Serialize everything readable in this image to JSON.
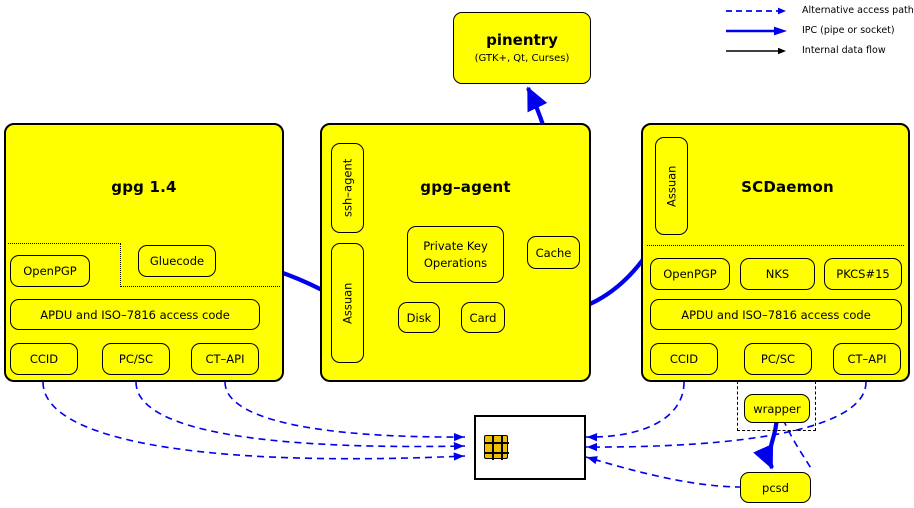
{
  "legend": {
    "items": [
      {
        "icon": "dashed-arrow-icon",
        "label": "Alternative access paths",
        "color": "#0000ee",
        "style": "dashed"
      },
      {
        "icon": "thick-arrow-icon",
        "label": "IPC (pipe or socket)",
        "color": "#0000ee",
        "style": "thick"
      },
      {
        "icon": "thin-arrow-icon",
        "label": "Internal data flow",
        "color": "#000000",
        "style": "thin"
      }
    ]
  },
  "pinentry": {
    "title": "pinentry",
    "subtitle": "(GTK+, Qt, Curses)"
  },
  "gpg": {
    "title": "gpg 1.4",
    "gluecode": "Gluecode",
    "openpgp": "OpenPGP",
    "apdu": "APDU and ISO–7816 access code",
    "drivers": [
      "CCID",
      "PC/SC",
      "CT–API"
    ]
  },
  "gpgagent": {
    "title": "gpg–agent",
    "ssh_agent": "ssh–agent",
    "assuan": "Assuan",
    "private_key_line1": "Private Key",
    "private_key_line2": "Operations",
    "cache": "Cache",
    "disk": "Disk",
    "card": "Card"
  },
  "scdaemon": {
    "title": "SCDaemon",
    "assuan": "Assuan",
    "apps": [
      "OpenPGP",
      "NKS",
      "PKCS#15"
    ],
    "apdu": "APDU and ISO–7816 access code",
    "drivers": [
      "CCID",
      "PC/SC",
      "CT–API"
    ]
  },
  "bottom": {
    "wrapper": "wrapper",
    "pcsd": "pcsd",
    "smartcard": "smartcard"
  },
  "colors": {
    "node_fill": "#ffff00",
    "node_stroke": "#000000",
    "ipc_blue": "#0000ee",
    "chip_gold": "#f0c000",
    "background": "#ffffff"
  }
}
